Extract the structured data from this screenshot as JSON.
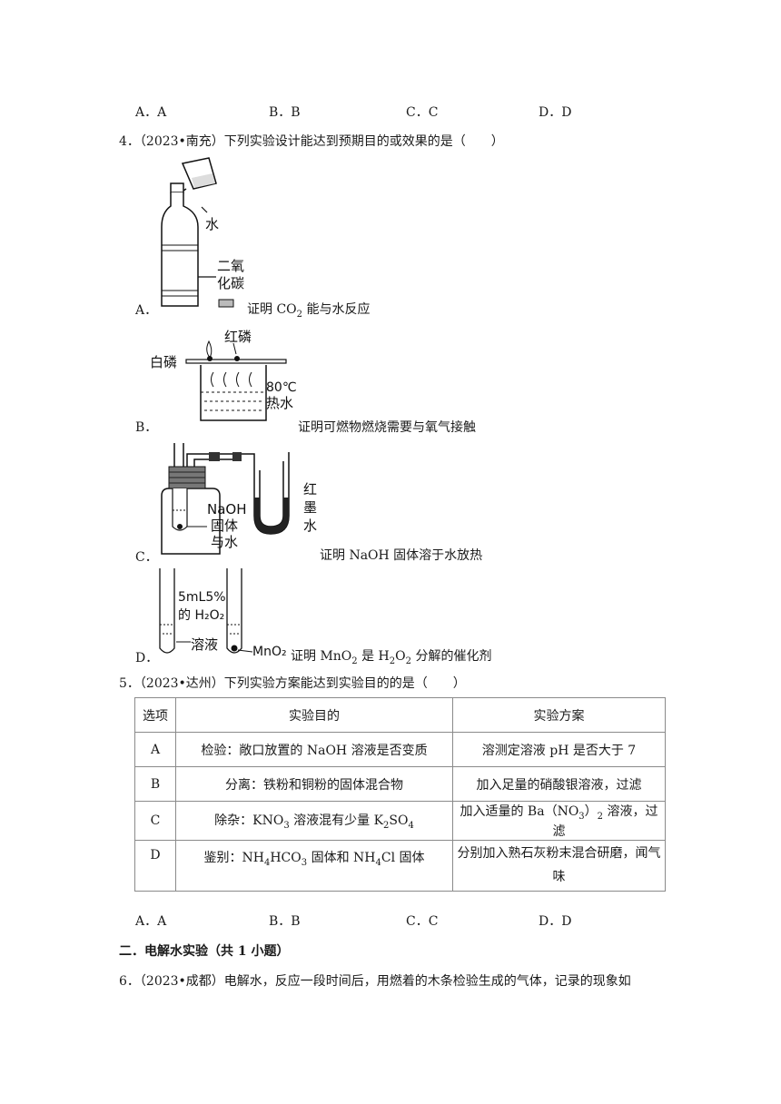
{
  "top_options": [
    "A．A",
    "B．B",
    "C．C",
    "D．D"
  ],
  "q4": {
    "stem": "4．（2023•南充）下列实验设计能达到预期目的或效果的是（　　）",
    "options": [
      {
        "letter": "A．",
        "caption_pre": "证明 CO",
        "caption_sub": "2",
        "caption_post": " 能与水反应",
        "labels": [
          "水",
          "二氧",
          "化碳"
        ]
      },
      {
        "letter": "B．",
        "caption": "证明可燃物燃烧需要与氧气接触",
        "labels": [
          "红磷",
          "白磷",
          "80℃",
          "热水"
        ]
      },
      {
        "letter": "C．",
        "caption": "证明 NaOH 固体溶于水放热",
        "labels": [
          "NaOH",
          "固体",
          "与水",
          "红",
          "墨",
          "水"
        ]
      },
      {
        "letter": "D．",
        "caption_pre": "证明 MnO",
        "caption_sub": "2",
        "caption_mid": " 是 H",
        "caption_sub2": "2",
        "caption_o": "O",
        "caption_sub3": "2",
        "caption_post": " 分解的催化剂",
        "labels": [
          "5mL5%",
          "的 H₂O₂",
          "溶液",
          "MnO₂"
        ]
      }
    ]
  },
  "q5": {
    "stem": "5．（2023•达州）下列实验方案能达到实验目的的是（　　）",
    "headers": [
      "选项",
      "实验目的",
      "实验方案"
    ],
    "rows": [
      {
        "opt": "A",
        "goal": "检验：敞口放置的 NaOH 溶液是否变质",
        "plan": "溶测定溶液 pH 是否大于 7"
      },
      {
        "opt": "B",
        "goal": "分离：铁粉和铜粉的固体混合物",
        "plan": "加入足量的硝酸银溶液，过滤"
      },
      {
        "opt": "C",
        "goal_pre": "除杂：KNO",
        "goal_sub": "3",
        "goal_mid": " 溶液混有少量 K",
        "goal_sub2": "2",
        "goal_post": "SO",
        "goal_sub3": "4",
        "plan_pre": "加入适量的 Ba（NO",
        "plan_sub": "3",
        "plan_post": "）",
        "plan_sub2": "2",
        "plan_end": " 溶液，过滤"
      },
      {
        "opt": "D",
        "goal_pre": "鉴别：NH",
        "goal_sub": "4",
        "goal_mid": "HCO",
        "goal_sub2": "3",
        "goal_post": " 固体和 NH",
        "goal_sub3": "4",
        "goal_end": "Cl 固体",
        "plan_line1": "分别加入熟石灰粉末混合研磨，闻气",
        "plan_line2": "味"
      }
    ],
    "options": [
      "A．A",
      "B．B",
      "C．C",
      "D．D"
    ]
  },
  "section2": "二．电解水实验（共 1 小题）",
  "q6": {
    "stem": "6．（2023•成都）电解水，反应一段时间后，用燃着的木条检验生成的气体，记录的现象如"
  }
}
